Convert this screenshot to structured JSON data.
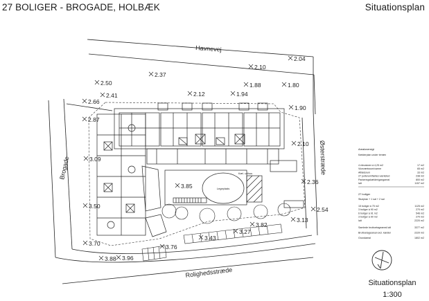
{
  "header": {
    "title": "27 BOLIGER - BROGADE, HOLBÆK",
    "drawing_type": "Situationsplan"
  },
  "footer": {
    "name": "Situationsplan",
    "scale": "1:300"
  },
  "streets": {
    "north": "Havnevej",
    "west": "Brogade",
    "east": "Østerstræde",
    "south": "Rolighedsstræde"
  },
  "spot_levels": [
    "2.04",
    "2.10",
    "1.88",
    "1.80",
    "1.90",
    "2.37",
    "2.50",
    "2.41",
    "2.66",
    "2.12",
    "1.94",
    "2.87",
    "3.09",
    "3.50",
    "3.70",
    "3.88",
    "3.96",
    "3.76",
    "3.43",
    "3.27",
    "3.82",
    "3.13",
    "2.54",
    "2.36",
    "3.85",
    "2.10"
  ],
  "courtyard": {
    "lawn_label": "Legeplads",
    "cellar_label": "Kæl. udhus"
  },
  "area_table": {
    "cellar_title": "Arealoversigt",
    "cellar_subtitle": "Kælderplan under terræn",
    "cellar_rows": [
      {
        "label": "4 elevatorer á 4,25 m2",
        "value": "17 m2"
      },
      {
        "label": "Viceværtsrum/varme",
        "value": "65 m2"
      },
      {
        "label": "Affaldsrum",
        "value": "33 m2"
      },
      {
        "label": "27 pulterum/fælles værksted",
        "value": "238 m2"
      },
      {
        "label": "Parkeringskælder/gangareal",
        "value": "800 m2"
      },
      {
        "label": "Ialt",
        "value": "1157 m2"
      }
    ],
    "units_title": "27 boliger",
    "units_subtitle": "Stueplan + 1 sal + 2 sal",
    "units_rows": [
      {
        "label": "15 boliger á 75 m2",
        "value": "1125 m2"
      },
      {
        "label": "3 boliger á 90 m2",
        "value": "270 m2"
      },
      {
        "label": "6 boliger á 91 m2",
        "value": "546 m2"
      },
      {
        "label": "3 boliger á 90 m2",
        "value": "270 m2"
      },
      {
        "label": "Ialt",
        "value": "2220 m2"
      }
    ],
    "totals": [
      {
        "label": "Samlede bruttoetageareal ialt",
        "value": "3377 m2"
      },
      {
        "label": "Bruttoetageareal excl. kælder",
        "value": "2220 m2"
      },
      {
        "label": "Grundareal",
        "value": "1802 m2"
      }
    ]
  }
}
